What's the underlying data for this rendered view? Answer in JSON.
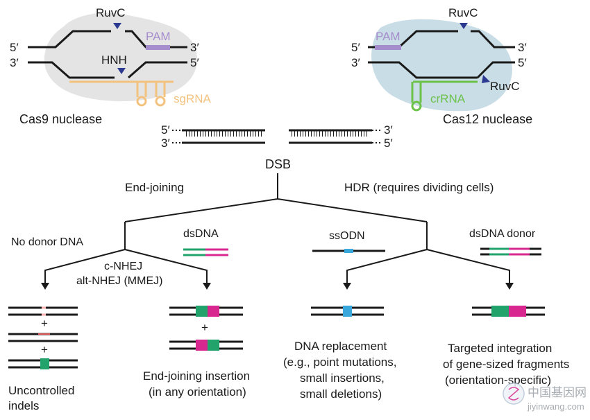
{
  "cas9": {
    "ruvc": "RuvC",
    "pam": "PAM",
    "hnh": "HNH",
    "guide": "sgRNA",
    "five_top": "5′",
    "three_top": "3′",
    "three_bot": "3′",
    "five_bot": "5′",
    "title": "Cas9 nuclease"
  },
  "cas12": {
    "ruvc_top": "RuvC",
    "pam": "PAM",
    "ruvc_bot": "RuvC",
    "guide": "crRNA",
    "five_top": "5′",
    "three_top": "3′",
    "three_bot": "3′",
    "five_bot": "5′",
    "title": "Cas12 nuclease"
  },
  "dsb": {
    "label": "DSB",
    "left_top": "5′",
    "left_bot": "3′",
    "right_top": "3′",
    "right_bot": "5′"
  },
  "branches": {
    "end_joining": "End-joining",
    "hdr": "HDR (requires dividing cells)",
    "no_donor": "No donor DNA",
    "dsdna": "dsDNA",
    "ssodn": "ssODN",
    "dsdna_donor": "dsDNA donor",
    "nhej_1": "c-NHEJ",
    "nhej_2": "alt-NHEJ (MMEJ)"
  },
  "outcomes": {
    "plus": "+",
    "indels_1": "Uncontrolled",
    "indels_2": "indels",
    "ej_1": "End-joining insertion",
    "ej_2": "(in any orientation)",
    "rep_1": "DNA replacement",
    "rep_2": "(e.g., point mutations,",
    "rep_3": "small insertions,",
    "rep_4": "small deletions)",
    "ti_1": "Targeted integration",
    "ti_2": "of gene-sized fragments",
    "ti_3": "(orientation-specific)"
  },
  "watermark": {
    "cn": "中国基因网",
    "url": "jiyinwang.com"
  },
  "colors": {
    "blob_cas9": "#e4e4e4",
    "blob_cas12": "#c9dde6",
    "pam": "#a58ccc",
    "sgrna": "#f3c27f",
    "crrna": "#6cc24a",
    "arrowhead": "#2b3990",
    "green": "#22a36b",
    "magenta": "#d8278f",
    "blue": "#39a7dc",
    "red": "#e25b5b"
  }
}
